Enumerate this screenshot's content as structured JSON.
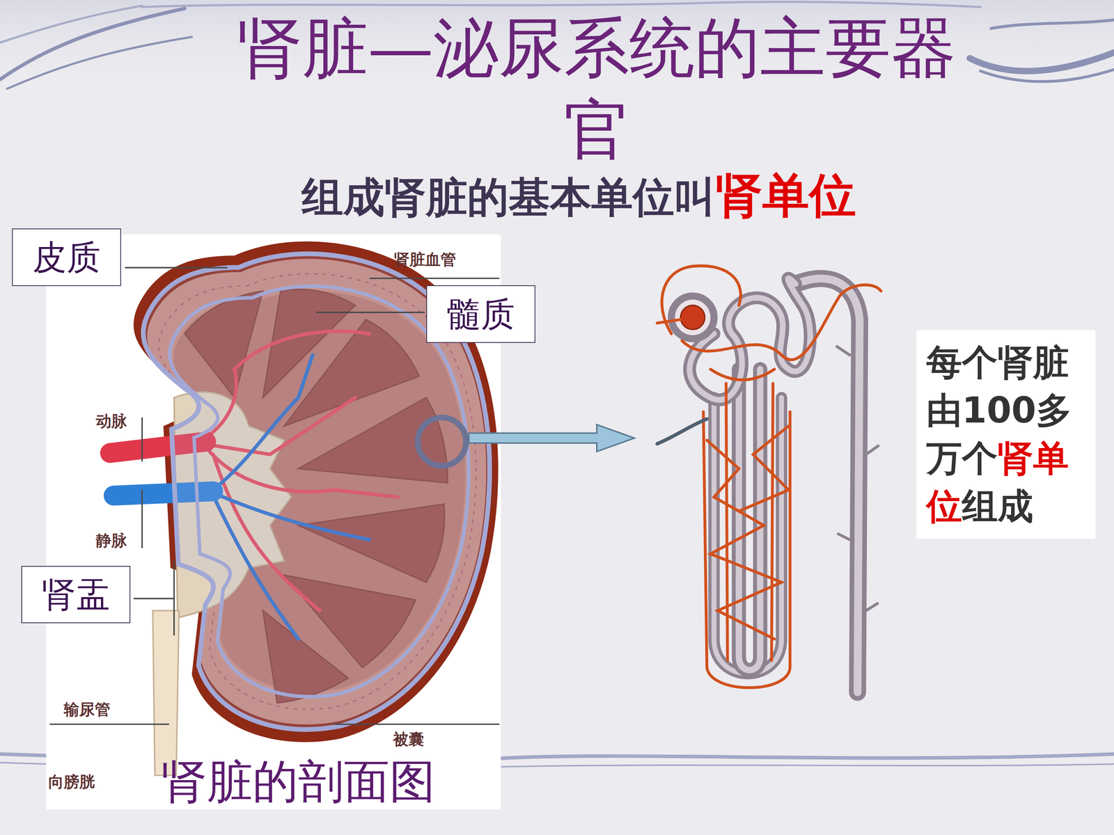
{
  "diagram": {
    "title": "肾脏—泌尿系统的主要器官",
    "caption": "肾脏的剖面图",
    "nodes": [
      {
        "text": [
          "皮质"
        ]
      },
      {
        "text": [
          "髓质"
        ]
      },
      {
        "text": [
          "肾盂"
        ]
      },
      {
        "text": [
          "每个肾脏由100多万个",
          "肾单位",
          "组成"
        ]
      }
    ],
    "labels": [
      "组成肾脏的基本单位叫",
      "肾单位",
      "肾脏血管",
      "动脉",
      "静脉",
      "输尿管",
      "被囊",
      "向膀胱"
    ]
  }
}
